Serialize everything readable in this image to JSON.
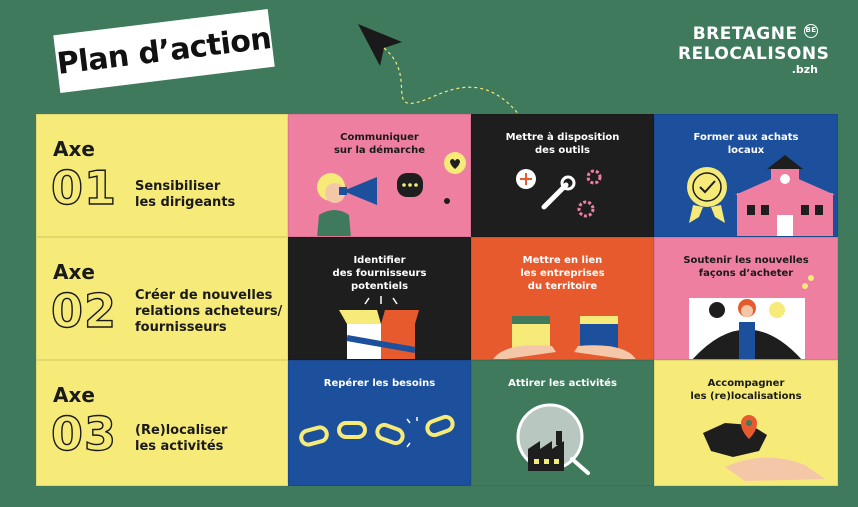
{
  "header": {
    "title": "Plan d’action"
  },
  "logo": {
    "line1": "BRETAGNE",
    "line2": "RELOCALISONS",
    "line3": ".bzh",
    "badge": "BE"
  },
  "axes": [
    {
      "label": "Axe",
      "number": "01",
      "text_lines": [
        "Sensibiliser",
        "les dirigeants"
      ],
      "actions": [
        {
          "title": [
            "Communiquer",
            "sur la démarche"
          ],
          "icon": "megaphone-icon"
        },
        {
          "title": [
            "Mettre à disposition",
            "des outils"
          ],
          "icon": "tools-icon"
        },
        {
          "title": [
            "Former aux achats",
            "locaux"
          ],
          "icon": "school-icon"
        }
      ]
    },
    {
      "label": "Axe",
      "number": "02",
      "text_lines": [
        "Créer de nouvelles",
        "relations acheteurs/",
        "fournisseurs"
      ],
      "actions": [
        {
          "title": [
            "Identifier",
            "des fournisseurs",
            "potentiels"
          ],
          "icon": "box-icon"
        },
        {
          "title": [
            "Mettre en lien",
            "les entreprises",
            "du territoire"
          ],
          "icon": "hands-boxes-icon"
        },
        {
          "title": [
            "Soutenir les nouvelles",
            "façons d’acheter"
          ],
          "icon": "people-icon"
        }
      ]
    },
    {
      "label": "Axe",
      "number": "03",
      "text_lines": [
        "(Re)localiser",
        "les activités"
      ],
      "actions": [
        {
          "title": [
            "Repérer les besoins"
          ],
          "icon": "chain-icon"
        },
        {
          "title": [
            "Attirer les activités"
          ],
          "icon": "magnifier-factory-icon"
        },
        {
          "title": [
            "Accompagner",
            "les (re)localisations"
          ],
          "icon": "hand-map-icon"
        }
      ]
    }
  ],
  "colors": {
    "background": "#3f7a5c",
    "yellow": "#f6ea78",
    "pink": "#ee7fa0",
    "black": "#1e1e1e",
    "blue": "#1c4f9c",
    "orange": "#e75a2e"
  }
}
